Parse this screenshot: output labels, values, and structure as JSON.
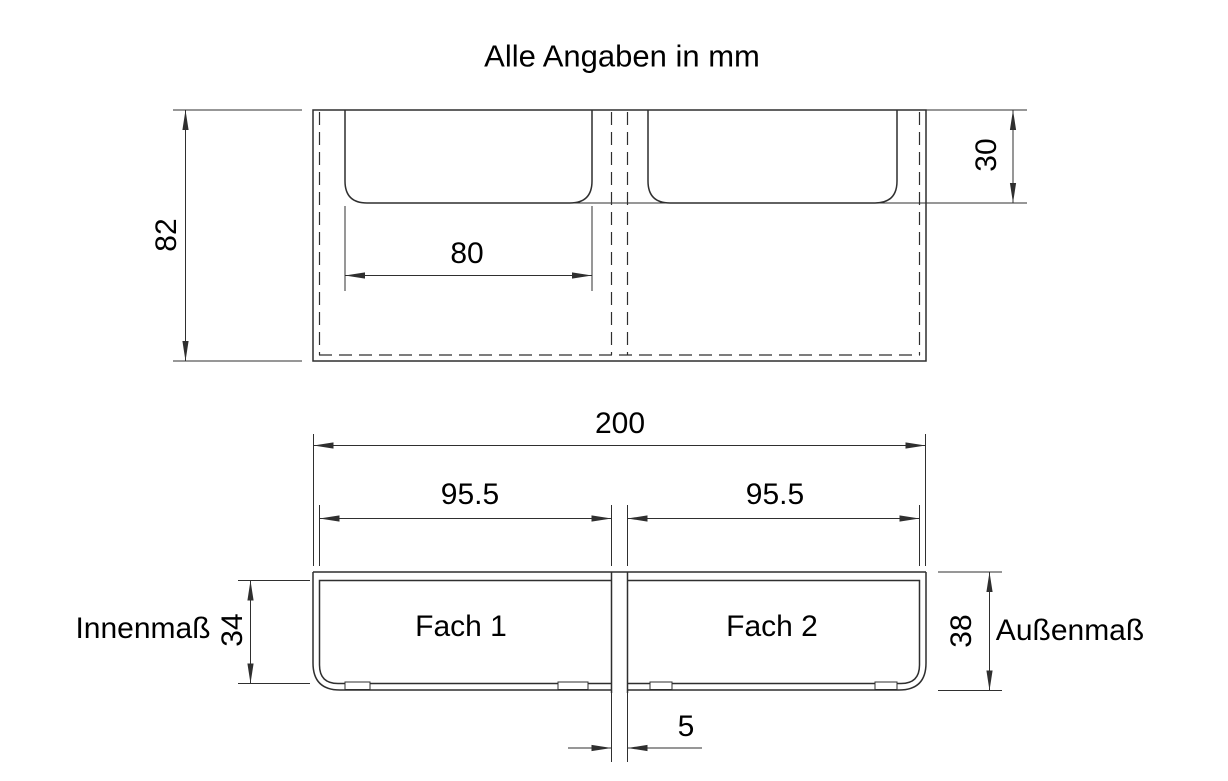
{
  "title": "Alle Angaben in mm",
  "plan_view": {
    "overall_depth": "82",
    "cutout_width": "80",
    "cutout_depth": "30"
  },
  "front_view": {
    "overall_width": "200",
    "compartment_inner_width_left": "95.5",
    "compartment_inner_width_right": "95.5",
    "inner_height": "34",
    "outer_height": "38",
    "divider_thickness": "5",
    "compartment1": "Fach 1",
    "compartment2": "Fach 2",
    "inner_label": "Innenmaß",
    "outer_label": "Außenmaß"
  },
  "colors": {
    "line": "#2f2f2f",
    "text": "#000000",
    "background": "#ffffff"
  }
}
